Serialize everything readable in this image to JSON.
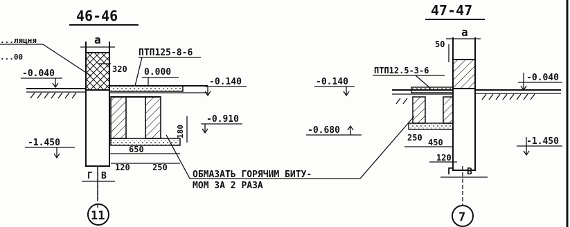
{
  "sections": {
    "left": {
      "title": "46-46",
      "top_left_label_1": "...ляцня",
      "top_left_label_2": "...00",
      "dim_a": "a",
      "dim_320": "320",
      "slab": "ПТП125-8-6",
      "elev_0000": "0.000",
      "elev_0040": "-0.040",
      "elev_0140": "-0.140",
      "elev_0910": "-0.910",
      "elev_1450": "-1.450",
      "dim_180": "180",
      "dim_650": "650",
      "dim_120": "120",
      "dim_250": "250",
      "dim_g": "Г",
      "dim_b": "В",
      "axis": "11"
    },
    "right": {
      "title": "47-47",
      "dim_a": "a",
      "dim_50": "50",
      "slab": "ПТП12.5-3-6",
      "elev_0140": "-0.140",
      "elev_0680": "-0.680",
      "elev_0040": "-0.040",
      "elev_1450": "-1.450",
      "dim_250": "250",
      "dim_450": "450",
      "dim_120": "120",
      "dim_g": "Г",
      "dim_b": "В",
      "axis": "7"
    },
    "note_line1": "ОБМАЗАТЬ ГОРЯЧИМ БИТУ-",
    "note_line2": "МОМ ЗА 2 РАЗА"
  }
}
